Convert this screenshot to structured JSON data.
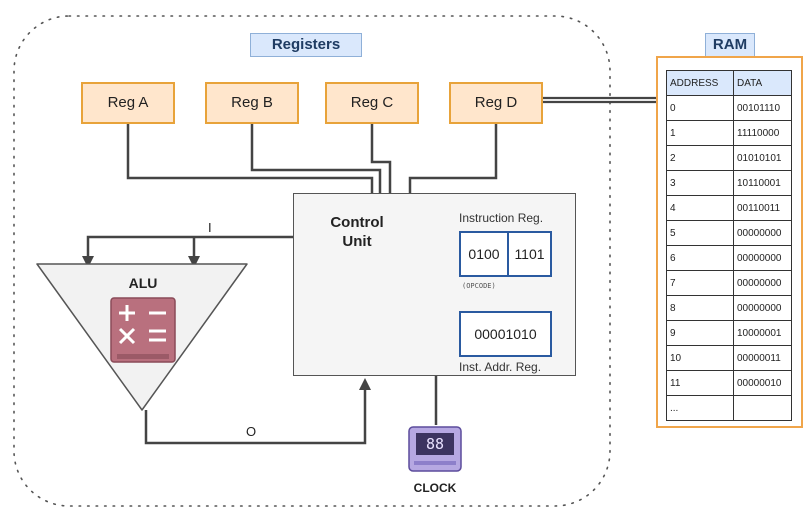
{
  "registers_label": "Registers",
  "ram_label": "RAM",
  "registers": [
    "Reg A",
    "Reg B",
    "Reg C",
    "Reg D"
  ],
  "control_unit": {
    "title": "Control Unit",
    "instruction_reg_label": "Instruction Reg.",
    "opcode": "0100",
    "operand": "1101",
    "opcode_caption": "(OPCODE)",
    "inst_addr_value": "00001010",
    "inst_addr_label": "Inst. Addr. Reg."
  },
  "alu": {
    "title": "ALU",
    "input_label": "I",
    "output_label": "O"
  },
  "clock": {
    "label": "CLOCK",
    "display": "88"
  },
  "ram": {
    "headers": [
      "ADDRESS",
      "DATA"
    ],
    "rows": [
      [
        "0",
        "00101110"
      ],
      [
        "1",
        "11110000"
      ],
      [
        "2",
        "01010101"
      ],
      [
        "3",
        "10110001"
      ],
      [
        "4",
        "00110011"
      ],
      [
        "5",
        "00000000"
      ],
      [
        "6",
        "00000000"
      ],
      [
        "7",
        "00000000"
      ],
      [
        "8",
        "00000000"
      ],
      [
        "9",
        "10000001"
      ],
      [
        "10",
        "00000011"
      ],
      [
        "11",
        "00000010"
      ],
      [
        "...",
        ""
      ]
    ]
  }
}
